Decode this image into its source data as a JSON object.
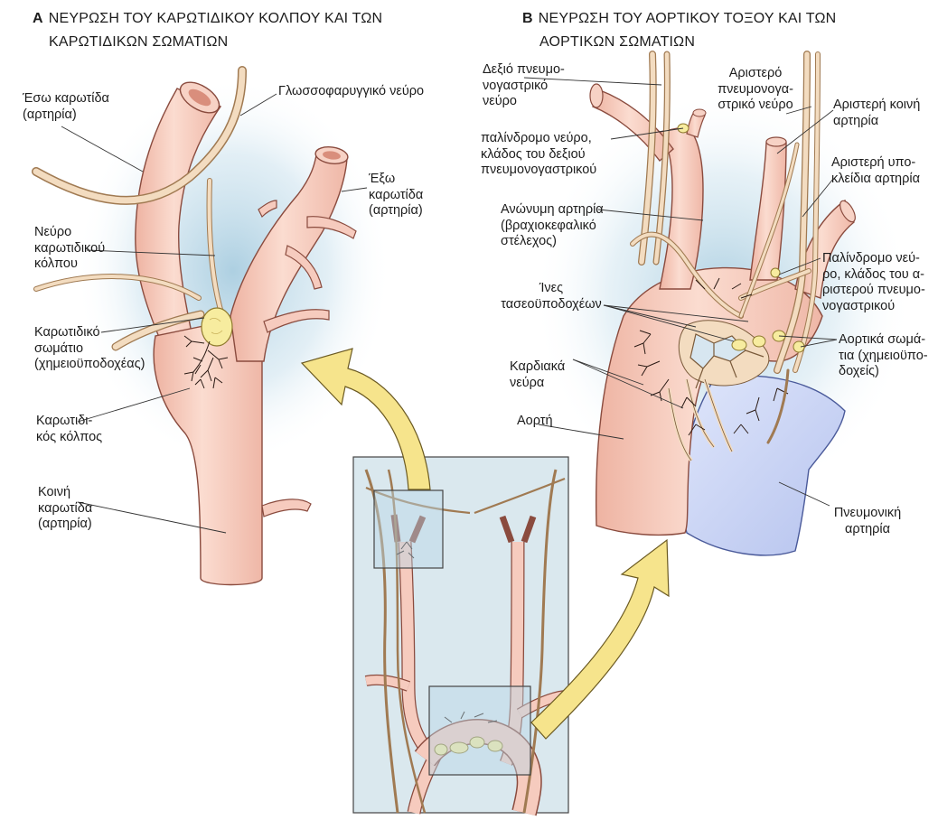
{
  "panel_a": {
    "letter": "A",
    "title_line1": "ΝΕΥΡΩΣΗ ΤΟΥ ΚΑΡΩΤΙΔΙΚΟΥ ΚΟΛΠΟΥ ΚΑΙ ΤΩΝ",
    "title_line2": "ΚΑΡΩΤΙΔΙΚΩΝ ΣΩΜΑΤΙΩΝ",
    "labels": {
      "internal_carotid": "Έσω καρωτίδα\n(αρτηρία)",
      "glossopharyngeal": "Γλωσσοφαρυγγικό νεύρο",
      "external_carotid": "Έξω\nκαρωτίδα\n(αρτηρία)",
      "sinus_nerve": "Νεύρο\nκαρωτιδικού\nκόλπου",
      "carotid_body": "Καρωτιδικό\nσωμάτιο\n(χημειοϋποδοχέας)",
      "carotid_sinus": "Καρωτιδι-\nκός κόλπος",
      "common_carotid": "Κοινή\nκαρωτίδα\n(αρτηρία)"
    }
  },
  "panel_b": {
    "letter": "B",
    "title_line1": "ΝΕΥΡΩΣΗ ΤΟΥ ΑΟΡΤΙΚΟΥ ΤΟΞΟΥ ΚΑΙ ΤΩΝ",
    "title_line2": "ΑΟΡΤΙΚΩΝ ΣΩΜΑΤΙΩΝ",
    "labels": {
      "right_vagus": "Δεξιό πνευμο-\nνογαστρικό\nνεύρο",
      "left_vagus": "Αριστερό\nπνευμονογα-\nστρικό νεύρο",
      "left_common_carotid": "Αριστερή κοινή\nαρτηρία",
      "right_recurrent": "παλίνδρομο νεύρο,\nκλάδος του δεξιού\nπνευμονογαστρικού",
      "left_subclavian": "Αριστερή υπο-\nκλείδια αρτηρία",
      "brachiocephalic": "Ανώνυμη αρτηρία\n(βραχιοκεφαλικό\nστέλεχος)",
      "left_recurrent": "Παλίνδρομο νεύ-\nρο, κλάδος του α-\nριστερού πνευμο-\nνογαστρικού",
      "baroreceptor_fibers": "Ίνες\nτασεοϋποδοχέων",
      "aortic_bodies": "Αορτικά σωμά-\nτια (χημειοϋπο-\nδοχείς)",
      "cardiac_nerves": "Καρδιακά\nνεύρα",
      "aorta": "Αορτή",
      "pulmonary_artery": "Πνευμονική\nαρτηρία"
    }
  },
  "colors": {
    "artery_fill": "#f6cbbe",
    "artery_edge": "#8a4b3e",
    "vein_fill": "#c8d2f3",
    "nerve": "#f3dcc0",
    "chemoreceptor": "#f7ec9f",
    "arrow": "#f6e48c",
    "background_glow": "#b7d6e6",
    "inset_background": "#d9e8ee"
  }
}
